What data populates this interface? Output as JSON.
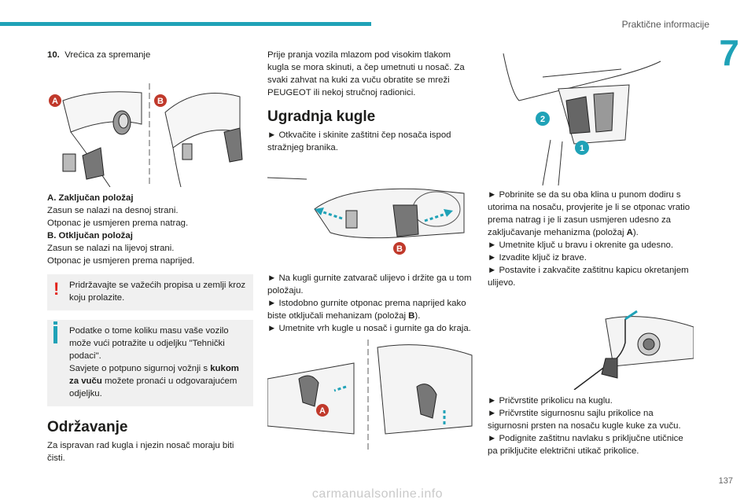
{
  "header": {
    "section_title": "Praktične informacije",
    "chapter_number": "7",
    "page_number": "137"
  },
  "col1": {
    "item_number": "10.",
    "item_title": "Vrećica za spremanje",
    "fig_label_a": "A",
    "fig_label_b": "B",
    "locked_title": "A. Zaključan položaj",
    "locked_line1": "Zasun se nalazi na desnoj strani.",
    "locked_line2": "Otponac je usmjeren prema natrag.",
    "unlocked_title": "B. Otključan položaj",
    "unlocked_line1": "Zasun se nalazi na lijevoj strani.",
    "unlocked_line2": "Otponac je usmjeren prema naprijed.",
    "warning_text": "Pridržavajte se važećih propisa u zemlji kroz koju prolazite.",
    "info_text1": "Podatke o tome koliku masu vaše vozilo može vući potražite u odjeljku \"Tehnički podaci\".",
    "info_text2_pre": "Savjete o potpuno sigurnoj vožnji s ",
    "info_text2_bold": "kukom za vuču",
    "info_text2_post": " možete pronaći u odgovarajućem odjeljku.",
    "maintenance_heading": "Održavanje",
    "maintenance_text": "Za ispravan rad kugla i njezin nosač moraju biti čisti."
  },
  "col2": {
    "intro_text": "Prije pranja vozila mlazom pod visokim tlakom kugla se mora skinuti, a čep umetnuti u nosač. Za svaki zahvat na kuki za vuču obratite se mreži PEUGEOT ili nekoj stručnoj radionici.",
    "install_heading": "Ugradnja kugle",
    "step1": "► Otkvačite i skinite zaštitni čep nosača ispod stražnjeg branika.",
    "fig_label_b": "B",
    "step2": "► Na kugli gurnite zatvarač ulijevo i držite ga u tom položaju.",
    "step3_pre": "► Istodobno gurnite otponac prema naprijed kako biste otključali mehanizam (položaj ",
    "step3_bold": "B",
    "step3_post": ").",
    "step4": "► Umetnite vrh kugle u nosač i gurnite ga do kraja.",
    "fig_label_a": "A"
  },
  "col3": {
    "fig_num_2": "2",
    "fig_num_1": "1",
    "step5_pre": "► Pobrinite se da su oba klina u punom dodiru s utorima na nosaču, provjerite je li se otponac vratio prema natrag i je li zasun usmjeren udesno za zaključavanje mehanizma (položaj ",
    "step5_bold": "A",
    "step5_post": ").",
    "step6": "► Umetnite ključ u bravu i okrenite ga udesno.",
    "step7": "► Izvadite ključ iz brave.",
    "step8": "► Postavite i zakvačite zaštitnu kapicu okretanjem ulijevo.",
    "step9": "► Pričvrstite prikolicu na kuglu.",
    "step10": "► Pričvrstite sigurnosnu sajlu prikolice na sigurnosni prsten na nosaču kugle kuke za vuču.",
    "step11": "► Podignite zaštitnu navlaku s priključne utičnice pa priključite električni utikač prikolice."
  },
  "watermark": "carmanualsonline.info",
  "colors": {
    "accent": "#1fa2b7",
    "warning": "#e2231a",
    "box_bg": "#f0f0f0"
  }
}
